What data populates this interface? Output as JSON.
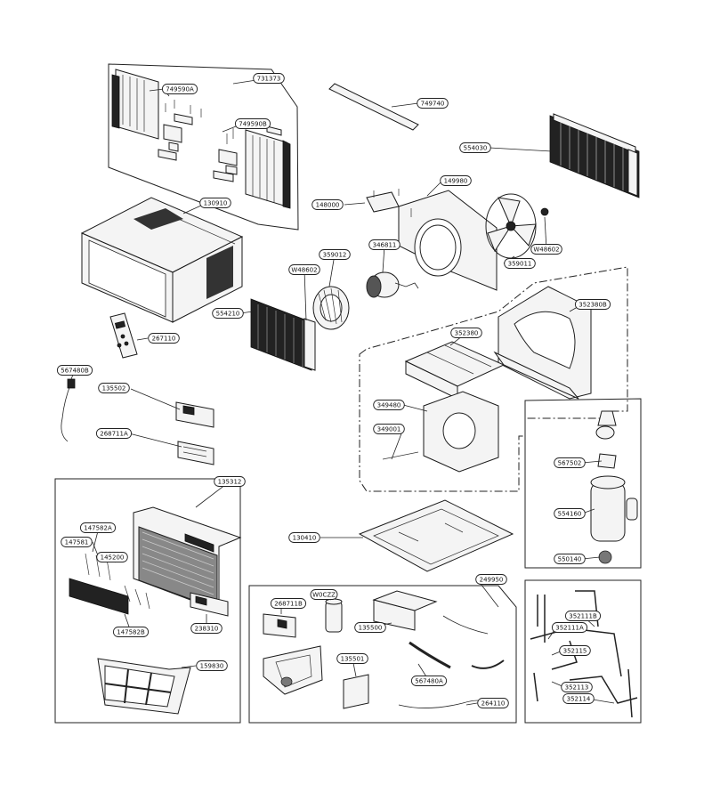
{
  "labels": [
    {
      "id": "p749590a",
      "text": "749590A"
    },
    {
      "id": "p731373",
      "text": "731373"
    },
    {
      "id": "p749740",
      "text": "749740"
    },
    {
      "id": "p749590b",
      "text": "749590B"
    },
    {
      "id": "p554030",
      "text": "554030"
    },
    {
      "id": "p130910",
      "text": "130910"
    },
    {
      "id": "p148000",
      "text": "148000"
    },
    {
      "id": "p149980",
      "text": "149980"
    },
    {
      "id": "p346811",
      "text": "346811"
    },
    {
      "id": "p359012",
      "text": "359012"
    },
    {
      "id": "p48602a",
      "text": "W48602"
    },
    {
      "id": "p48602b",
      "text": "W48602"
    },
    {
      "id": "p359011",
      "text": "359011"
    },
    {
      "id": "p554210",
      "text": "554210"
    },
    {
      "id": "p267110",
      "text": "267110"
    },
    {
      "id": "p352380b",
      "text": "352380B"
    },
    {
      "id": "p352380",
      "text": "352380"
    },
    {
      "id": "p567480b",
      "text": "567480B"
    },
    {
      "id": "p135502",
      "text": "135502"
    },
    {
      "id": "p268711a",
      "text": "268711A"
    },
    {
      "id": "p349480",
      "text": "349480"
    },
    {
      "id": "p349001",
      "text": "349001"
    },
    {
      "id": "p567502",
      "text": "567502"
    },
    {
      "id": "p135312",
      "text": "135312"
    },
    {
      "id": "p147582a",
      "text": "147582A"
    },
    {
      "id": "p147581",
      "text": "147581"
    },
    {
      "id": "p145200",
      "text": "145200"
    },
    {
      "id": "p554160",
      "text": "554160"
    },
    {
      "id": "p130410",
      "text": "130410"
    },
    {
      "id": "p550140",
      "text": "550140"
    },
    {
      "id": "p249950",
      "text": "249950"
    },
    {
      "id": "pw0czz",
      "text": "W0CZZ"
    },
    {
      "id": "p268711b",
      "text": "268711B"
    },
    {
      "id": "p135500",
      "text": "135500"
    },
    {
      "id": "p147582b",
      "text": "147582B"
    },
    {
      "id": "p238310",
      "text": "238310"
    },
    {
      "id": "p135501",
      "text": "135501"
    },
    {
      "id": "p567480a",
      "text": "567480A"
    },
    {
      "id": "p159830",
      "text": "159830"
    },
    {
      "id": "p264110",
      "text": "264110"
    },
    {
      "id": "p352111b",
      "text": "352111B"
    },
    {
      "id": "p352111a",
      "text": "352111A"
    },
    {
      "id": "p352115",
      "text": "352115"
    },
    {
      "id": "p352113",
      "text": "352113"
    },
    {
      "id": "p352114",
      "text": "352114"
    }
  ]
}
